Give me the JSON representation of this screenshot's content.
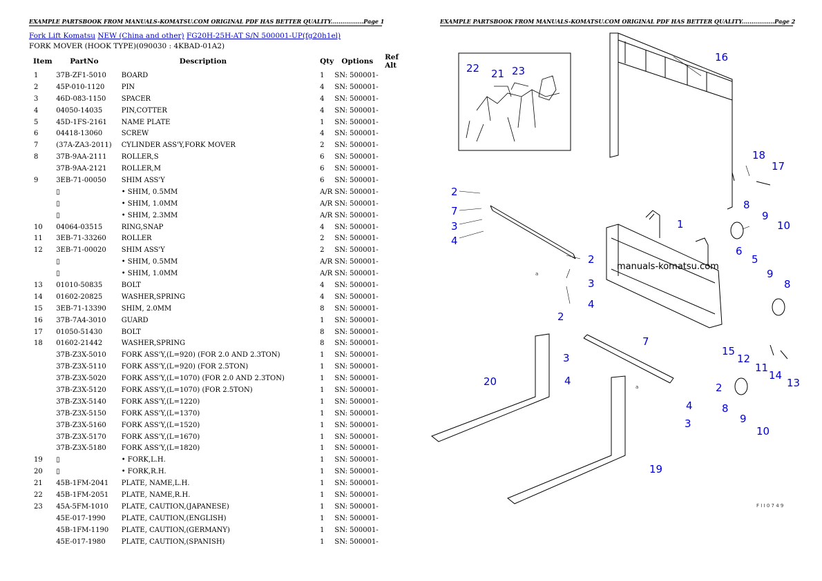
{
  "page1": {
    "header": "EXAMPLE PARTSBOOK FROM MANUALS-KOMATSU.COM ORIGINAL PDF HAS BETTER QUALITY.................Page 1",
    "breadcrumbs": [
      "Fork Lift Komatsu",
      "NEW (China and other)",
      "FG20H-25H-AT S/N 500001-UP(fg20h1el)"
    ],
    "subtitle": "FORK MOVER (HOOK TYPE)(090030 : 4KBAD-01A2)",
    "columns": [
      "Item",
      "PartNo",
      "Description",
      "Qty",
      "Options",
      "Ref Alt"
    ],
    "rows": [
      [
        "1",
        "37B-ZF1-5010",
        "BOARD",
        "1",
        "SN: 500001-"
      ],
      [
        "2",
        "45P-010-1120",
        "PIN",
        "4",
        "SN: 500001-"
      ],
      [
        "3",
        "46D-083-1150",
        "SPACER",
        "4",
        "SN: 500001-"
      ],
      [
        "4",
        "04050-14035",
        "PIN,COTTER",
        "4",
        "SN: 500001-"
      ],
      [
        "5",
        "45D-1FS-2161",
        "NAME PLATE",
        "1",
        "SN: 500001-"
      ],
      [
        "6",
        "04418-13060",
        "SCREW",
        "4",
        "SN: 500001-"
      ],
      [
        "7",
        "(37A-ZA3-2011)",
        "CYLINDER ASS'Y,FORK MOVER",
        "2",
        "SN: 500001-"
      ],
      [
        "8",
        "37B-9AA-2111",
        "ROLLER,S",
        "6",
        "SN: 500001-"
      ],
      [
        "",
        "37B-9AA-2121",
        "ROLLER,M",
        "6",
        "SN: 500001-"
      ],
      [
        "9",
        "3EB-71-00050",
        "SHIM ASS'Y",
        "6",
        "SN: 500001-"
      ],
      [
        "",
        "▯",
        "• SHIM, 0.5MM",
        "A/R",
        "SN: 500001-"
      ],
      [
        "",
        "▯",
        "• SHIM, 1.0MM",
        "A/R",
        "SN: 500001-"
      ],
      [
        "",
        "▯",
        "• SHIM, 2.3MM",
        "A/R",
        "SN: 500001-"
      ],
      [
        "10",
        "04064-03515",
        "RING,SNAP",
        "4",
        "SN: 500001-"
      ],
      [
        "11",
        "3EB-71-33260",
        "ROLLER",
        "2",
        "SN: 500001-"
      ],
      [
        "12",
        "3EB-71-00020",
        "SHIM ASS'Y",
        "2",
        "SN: 500001-"
      ],
      [
        "",
        "▯",
        "• SHIM, 0.5MM",
        "A/R",
        "SN: 500001-"
      ],
      [
        "",
        "▯",
        "• SHIM, 1.0MM",
        "A/R",
        "SN: 500001-"
      ],
      [
        "13",
        "01010-50835",
        "BOLT",
        "4",
        "SN: 500001-"
      ],
      [
        "14",
        "01602-20825",
        "WASHER,SPRING",
        "4",
        "SN: 500001-"
      ],
      [
        "15",
        "3EB-71-13390",
        "SHIM, 2.0MM",
        "8",
        "SN: 500001-"
      ],
      [
        "16",
        "37B-7A4-3010",
        "GUARD",
        "1",
        "SN: 500001-"
      ],
      [
        "17",
        "01050-51430",
        "BOLT",
        "8",
        "SN: 500001-"
      ],
      [
        "18",
        "01602-21442",
        "WASHER,SPRING",
        "8",
        "SN: 500001-"
      ],
      [
        "",
        "37B-Z3X-5010",
        "FORK ASS'Y,(L=920) (FOR 2.0 AND 2.3TON)",
        "1",
        "SN: 500001-"
      ],
      [
        "",
        "37B-Z3X-5110",
        "FORK ASS'Y,(L=920) (FOR 2.5TON)",
        "1",
        "SN: 500001-"
      ],
      [
        "",
        "37B-Z3X-5020",
        "FORK ASS'Y,(L=1070) (FOR 2.0 AND 2.3TON)",
        "1",
        "SN: 500001-"
      ],
      [
        "",
        "37B-Z3X-5120",
        "FORK ASS'Y,(L=1070) (FOR 2.5TON)",
        "1",
        "SN: 500001-"
      ],
      [
        "",
        "37B-Z3X-5140",
        "FORK ASS'Y,(L=1220)",
        "1",
        "SN: 500001-"
      ],
      [
        "",
        "37B-Z3X-5150",
        "FORK ASS'Y,(L=1370)",
        "1",
        "SN: 500001-"
      ],
      [
        "",
        "37B-Z3X-5160",
        "FORK ASS'Y,(L=1520)",
        "1",
        "SN: 500001-"
      ],
      [
        "",
        "37B-Z3X-5170",
        "FORK ASS'Y,(L=1670)",
        "1",
        "SN: 500001-"
      ],
      [
        "",
        "37B-Z3X-5180",
        "FORK ASS'Y,(L=1820)",
        "1",
        "SN: 500001-"
      ],
      [
        "19",
        "▯",
        "• FORK,L.H.",
        "1",
        "SN: 500001-"
      ],
      [
        "20",
        "▯",
        "• FORK,R.H.",
        "1",
        "SN: 500001-"
      ],
      [
        "21",
        "45B-1FM-2041",
        "PLATE, NAME,L.H.",
        "1",
        "SN: 500001-"
      ],
      [
        "22",
        "45B-1FM-2051",
        "PLATE, NAME,R.H.",
        "1",
        "SN: 500001-"
      ],
      [
        "23",
        "45A-5FM-1010",
        "PLATE, CAUTION,(JAPANESE)",
        "1",
        "SN: 500001-"
      ],
      [
        "",
        "45E-017-1990",
        "PLATE, CAUTION,(ENGLISH)",
        "1",
        "SN: 500001-"
      ],
      [
        "",
        "45B-1FM-1190",
        "PLATE, CAUTION,(GERMANY)",
        "1",
        "SN: 500001-"
      ],
      [
        "",
        "45E-017-1980",
        "PLATE, CAUTION,(SPANISH)",
        "1",
        "SN: 500001-"
      ]
    ]
  },
  "page2": {
    "header": "EXAMPLE PARTSBOOK FROM MANUALS-KOMATSU.COM ORIGINAL PDF HAS BETTER QUALITY.................Page 2",
    "watermark": "manuals-komatsu.com",
    "figure_code": "F I I 0 7 4 9",
    "arrow_label": "a",
    "callouts": [
      "1",
      "2",
      "3",
      "4",
      "5",
      "6",
      "7",
      "8",
      "9",
      "10",
      "11",
      "12",
      "13",
      "14",
      "15",
      "16",
      "17",
      "18",
      "19",
      "20",
      "21",
      "22",
      "23"
    ]
  }
}
